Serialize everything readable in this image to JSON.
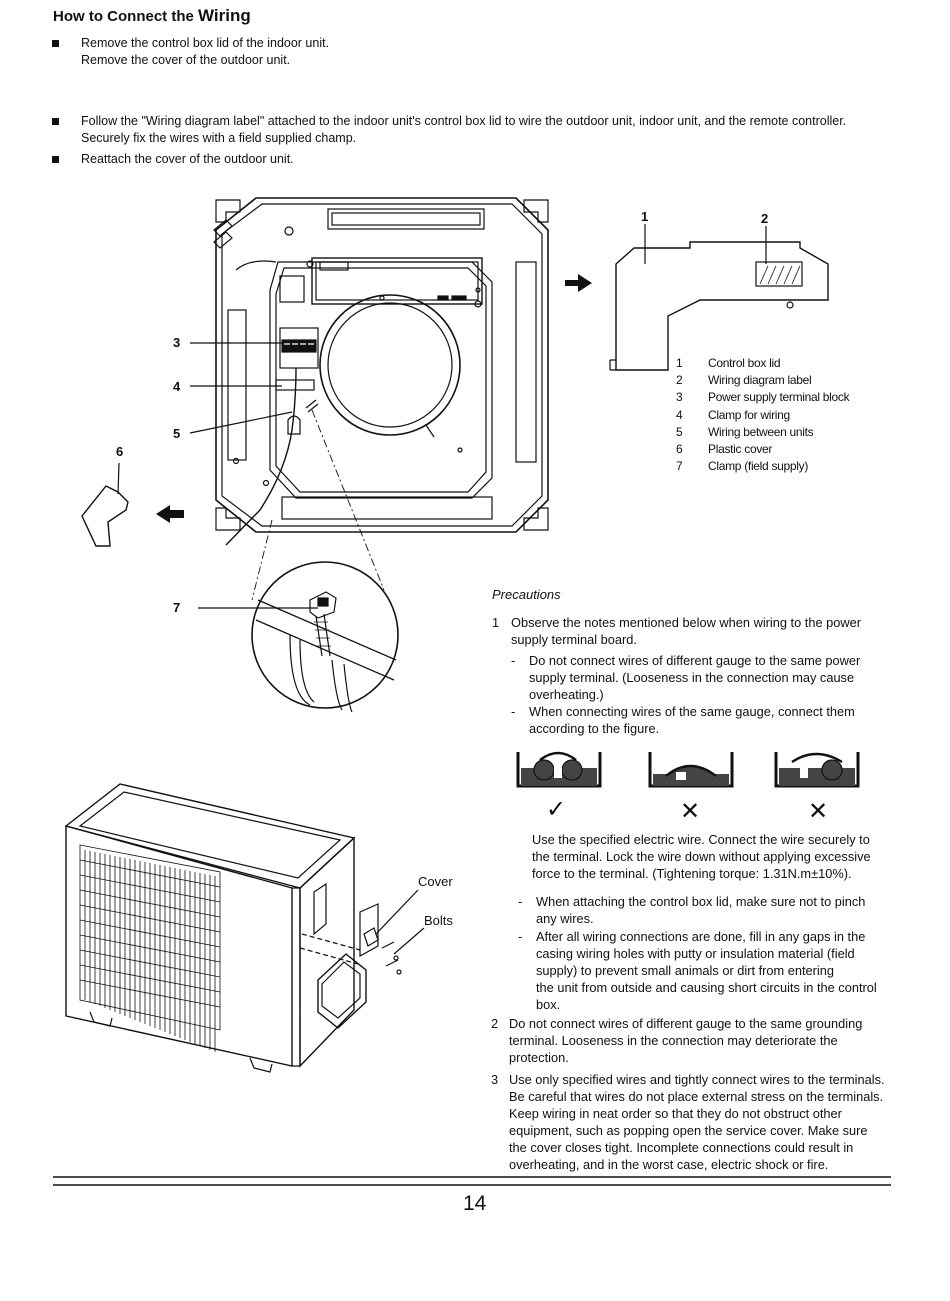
{
  "header": {
    "title_pre": "How to Connect the ",
    "title_big": "Wiring"
  },
  "steps": {
    "b1_line1": "Remove the control box lid of the indoor unit.",
    "b1_line2": "Remove the cover of the outdoor unit.",
    "b2_line1": "Follow the \"Wiring diagram label\" attached to the indoor unit's control box lid to wire the outdoor unit, indoor unit, and the remote controller.",
    "b2_line2": "Securely fix the wires with a field supplied champ.",
    "b3_line1": "Reattach the cover of the outdoor unit."
  },
  "figure": {
    "callouts": [
      "1",
      "2",
      "3",
      "4",
      "5",
      "6",
      "7"
    ],
    "legend": [
      {
        "n": "1",
        "t": "Control box lid"
      },
      {
        "n": "2",
        "t": "Wiring diagram label"
      },
      {
        "n": "3",
        "t": "Power supply terminal block"
      },
      {
        "n": "4",
        "t": "Clamp for wiring"
      },
      {
        "n": "5",
        "t": "Wiring between units"
      },
      {
        "n": "6",
        "t": "Plastic cover"
      },
      {
        "n": "7",
        "t": "Clamp (field supply)"
      }
    ],
    "outdoor_labels": {
      "cover": "Cover",
      "bolts": "Bolts"
    }
  },
  "precautions": {
    "heading": "Precautions",
    "p1_num": "1",
    "p1_l1": "Observe the notes mentioned below when wiring to the power",
    "p1_l2": "supply terminal board.",
    "d1_l1": "Do not connect wires of different gauge to the same power",
    "d1_l2": "supply terminal. (Looseness in the connection may cause",
    "d1_l3": "overheating.)",
    "d2_l1": "When connecting wires of the same gauge, connect them",
    "d2_l2": "according to the figure.",
    "marks": {
      "ok": "✓",
      "ng": "✕"
    },
    "w1": "Use the specified electric wire. Connect the wire securely to",
    "w2": "the terminal. Lock the wire down without applying excessive",
    "w3": "force to the terminal. (Tightening torque: 1.31N.m±10%).",
    "d3_l1": "When attaching the control box lid, make sure not to pinch",
    "d3_l2": "any wires.",
    "d4_l1": "After all wiring connections are done, fill in any gaps in the",
    "d4_l2": "casing wiring holes with putty or insulation material (field",
    "d4_l3": "supply) to prevent small animals or dirt from entering",
    "d4_l4": "the unit from outside and causing short circuits in the control",
    "d4_l5": "box.",
    "p2_num": "2",
    "p2_l1": "Do not connect wires of different gauge to the same grounding",
    "p2_l2": "terminal. Looseness in the connection may deteriorate the",
    "p2_l3": "protection.",
    "p3_num": "3",
    "p3_l1": "Use only specified wires and tightly connect wires to the terminals.",
    "p3_l2": "Be careful that wires do not place external stress on the terminals.",
    "p3_l3": "Keep wiring in neat order so that they do not obstruct other",
    "p3_l4": "equipment, such as popping open the service cover. Make sure",
    "p3_l5": "the cover closes tight. Incomplete connections could result in",
    "p3_l6": "overheating, and in the worst case, electric shock or fire."
  },
  "footer": {
    "page_number": "14"
  }
}
